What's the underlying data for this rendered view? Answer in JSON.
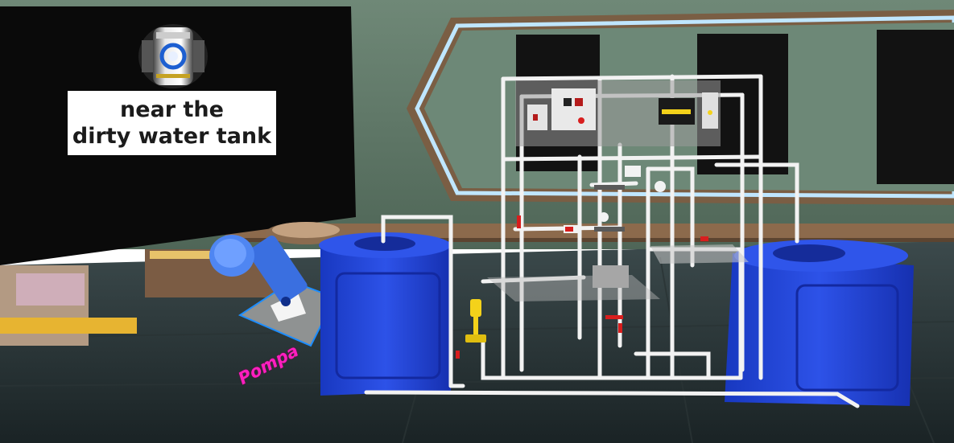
{
  "hint_panel": {
    "line1": "near the",
    "line2": "dirty water tank"
  },
  "object_label": "Pompa",
  "icons": {
    "guide_robot": "robot-head-icon"
  },
  "colors": {
    "tank_blue": "#1f3fd6",
    "pipe_white": "#f2f2f2",
    "label_magenta": "#ff1fbf",
    "neon_edge": "#a9dcff",
    "valve_red": "#d81e1e",
    "valve_yellow": "#f4d21a"
  }
}
